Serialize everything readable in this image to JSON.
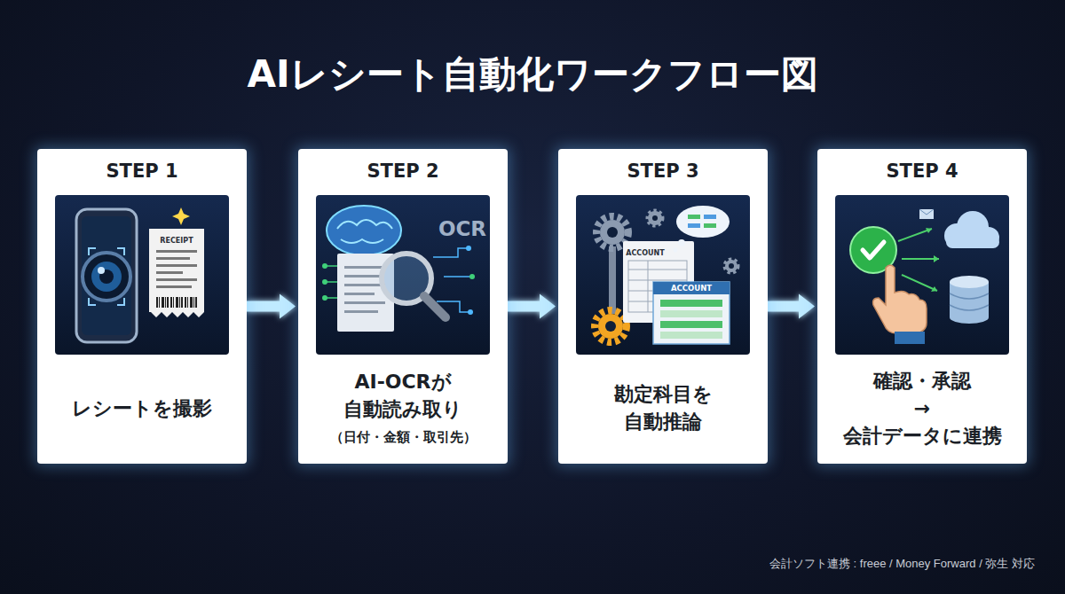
{
  "diagram": {
    "title": "AIレシート自動化ワークフロー図",
    "caption": "会計ソフト連携 : freee / Money Forward / 弥生 対応",
    "nodes": [
      {
        "text": [
          "STEP 1",
          "レシートを撮影"
        ]
      },
      {
        "text": [
          "STEP 2",
          "AI-OCRが 自動読み取り",
          "（日付・金額・取引先）"
        ]
      },
      {
        "text": [
          "STEP 3",
          "勘定科目を 自動推論"
        ]
      },
      {
        "text": [
          "STEP 4",
          "確認・承認 → 会計データに連携"
        ]
      }
    ],
    "edges": [
      {
        "from": 0,
        "to": 1,
        "arrow": "to"
      },
      {
        "from": 1,
        "to": 2,
        "arrow": "to"
      },
      {
        "from": 2,
        "to": 3,
        "arrow": "to"
      }
    ],
    "labels": [
      "RECEIPT",
      "OCR",
      "ACCOUNT",
      "ACCOUNT"
    ]
  }
}
